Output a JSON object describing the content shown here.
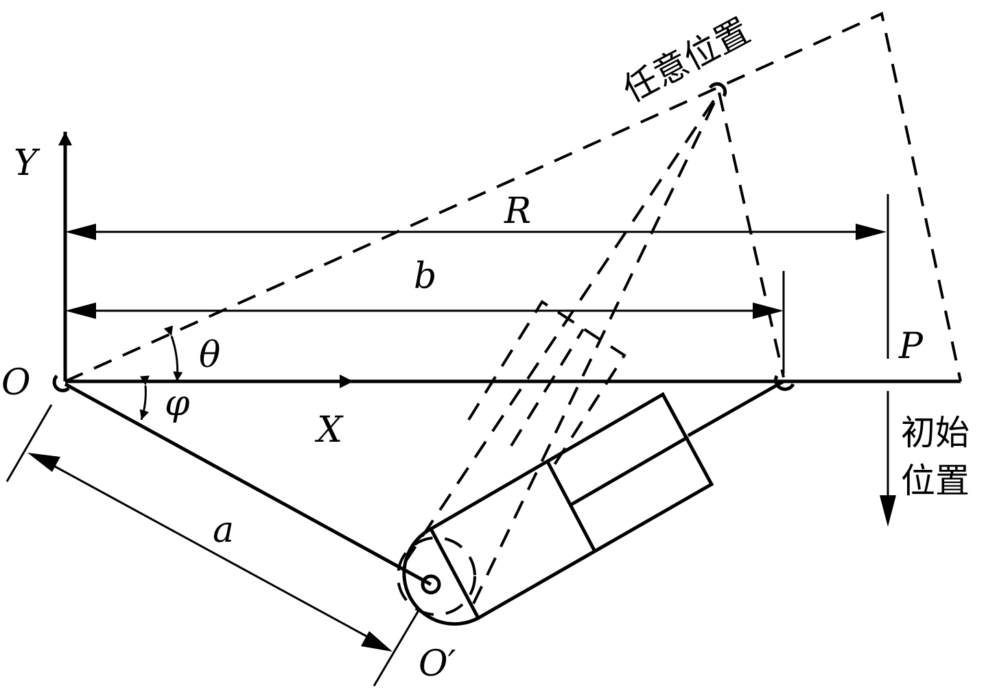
{
  "labels": {
    "origin": "O",
    "pivot": "O′",
    "y_axis": "Y",
    "x_axis": "X",
    "length_R": "R",
    "length_b": "b",
    "length_a": "a",
    "angle_theta": "θ",
    "angle_phi": "φ",
    "point_P": "P",
    "any_position": "任意位置",
    "initial_position_line1": "初始",
    "initial_position_line2": "位置"
  }
}
